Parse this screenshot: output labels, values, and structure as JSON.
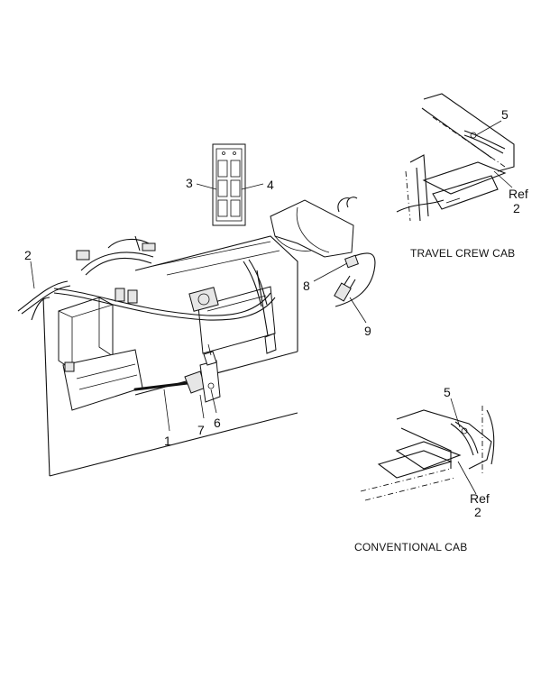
{
  "callouts": {
    "c1": "1",
    "c2": "2",
    "c3": "3",
    "c4": "4",
    "c5_travel": "5",
    "c6": "6",
    "c7": "7",
    "c8": "8",
    "c9": "9",
    "ref_travel_word": "Ref",
    "ref_travel_num": "2",
    "c5_conv": "5",
    "ref_conv_word": "Ref",
    "ref_conv_num": "2"
  },
  "captions": {
    "travel_crew_cab": "TRAVEL CREW CAB",
    "conventional_cab": "CONVENTIONAL CAB"
  }
}
